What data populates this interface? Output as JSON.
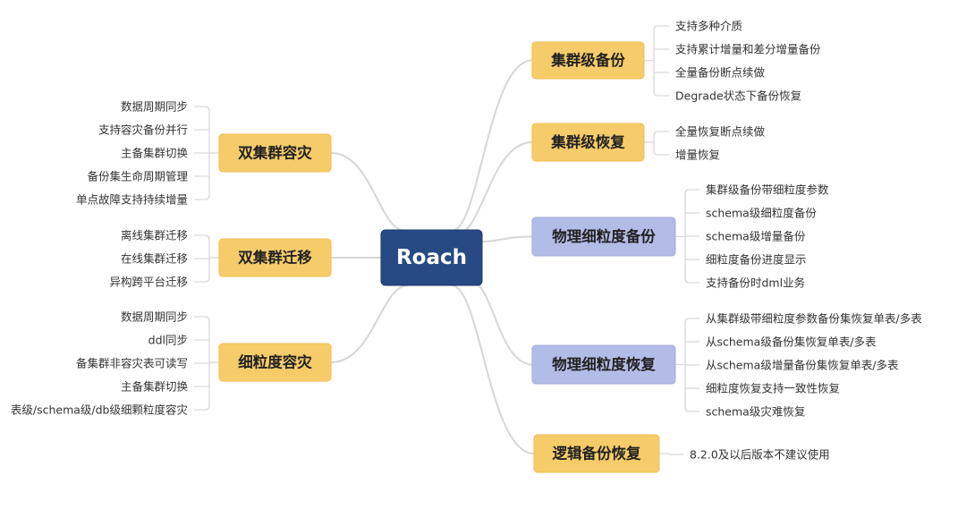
{
  "colors": {
    "root_fill": "#274a85",
    "root_text": "#ffffff",
    "branch_yellow": "#f6cc6a",
    "branch_yellow_border": "#f2be4c",
    "branch_blue": "#b3bce6",
    "branch_blue_border": "#a2acdc",
    "branch_text": "#222222",
    "leaf_text": "#333333",
    "connector": "#d6d6d6"
  },
  "root": {
    "label": "Roach"
  },
  "right_branches": [
    {
      "label": "集群级备份",
      "color": "yellow",
      "leaves": [
        "支持多种介质",
        "支持累计增量和差分增量备份",
        "全量备份断点续做",
        "Degrade状态下备份恢复"
      ]
    },
    {
      "label": "集群级恢复",
      "color": "yellow",
      "leaves": [
        "全量恢复断点续做",
        "增量恢复"
      ]
    },
    {
      "label": "物理细粒度备份",
      "color": "blue",
      "leaves": [
        "集群级备份带细粒度参数",
        "schema级细粒度备份",
        "schema级增量备份",
        "细粒度备份进度显示",
        "支持备份时dml业务"
      ]
    },
    {
      "label": "物理细粒度恢复",
      "color": "blue",
      "leaves": [
        "从集群级带细粒度参数备份集恢复单表/多表",
        "从schema级备份集恢复单表/多表",
        "从schema级增量备份集恢复单表/多表",
        "细粒度恢复支持一致性恢复",
        "schema级灾难恢复"
      ]
    },
    {
      "label": "逻辑备份恢复",
      "color": "yellow",
      "leaves": [
        "8.2.0及以后版本不建议使用"
      ]
    }
  ],
  "left_branches": [
    {
      "label": "双集群容灾",
      "color": "yellow",
      "leaves": [
        "数据周期同步",
        "支持容灾备份并行",
        "主备集群切换",
        "备份集生命周期管理",
        "单点故障支持持续增量"
      ]
    },
    {
      "label": "双集群迁移",
      "color": "yellow",
      "leaves": [
        "离线集群迁移",
        "在线集群迁移",
        "异构跨平台迁移"
      ]
    },
    {
      "label": "细粒度容灾",
      "color": "yellow",
      "leaves": [
        "数据周期同步",
        "ddl同步",
        "备集群非容灾表可读写",
        "主备集群切换",
        "表级/schema级/db级细颗粒度容灾"
      ]
    }
  ]
}
